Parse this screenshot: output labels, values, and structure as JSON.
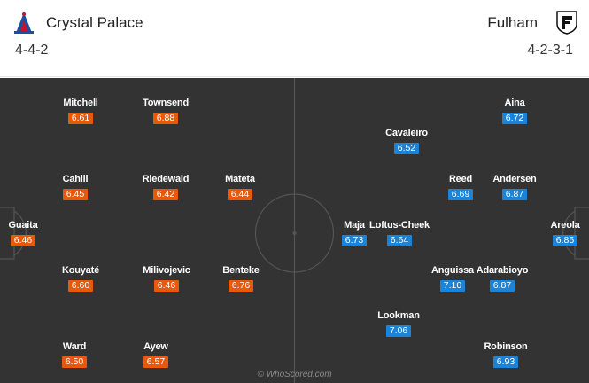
{
  "home": {
    "name": "Crystal Palace",
    "formation": "4-4-2",
    "crest_colors": [
      "#1b4fa0",
      "#c4122f"
    ],
    "players": [
      {
        "name": "Mitchell",
        "rating": "6.61"
      },
      {
        "name": "Townsend",
        "rating": "6.88"
      },
      {
        "name": "Cahill",
        "rating": "6.45"
      },
      {
        "name": "Riedewald",
        "rating": "6.42"
      },
      {
        "name": "Mateta",
        "rating": "6.44"
      },
      {
        "name": "Guaita",
        "rating": "6.46"
      },
      {
        "name": "Kouyaté",
        "rating": "6.60"
      },
      {
        "name": "Milivojevic",
        "rating": "6.46"
      },
      {
        "name": "Benteke",
        "rating": "6.76"
      },
      {
        "name": "Ward",
        "rating": "6.50"
      },
      {
        "name": "Ayew",
        "rating": "6.57"
      }
    ]
  },
  "away": {
    "name": "Fulham",
    "formation": "4-2-3-1",
    "crest_colors": [
      "#000000",
      "#ffffff"
    ],
    "players": [
      {
        "name": "Aina",
        "rating": "6.72"
      },
      {
        "name": "Cavaleiro",
        "rating": "6.52"
      },
      {
        "name": "Reed",
        "rating": "6.69"
      },
      {
        "name": "Andersen",
        "rating": "6.87"
      },
      {
        "name": "Maja",
        "rating": "6.73"
      },
      {
        "name": "Loftus-Cheek",
        "rating": "6.64"
      },
      {
        "name": "Areola",
        "rating": "6.85"
      },
      {
        "name": "Anguissa",
        "rating": "7.10"
      },
      {
        "name": "Adarabioyo",
        "rating": "6.87"
      },
      {
        "name": "Lookman",
        "rating": "7.06"
      },
      {
        "name": "Robinson",
        "rating": "6.93"
      }
    ]
  },
  "watermark": "© WhoScored.com",
  "colors": {
    "pitch": "#333333",
    "lines": "#555555",
    "home_rating": "#e8590c",
    "away_rating": "#1b84d8"
  }
}
